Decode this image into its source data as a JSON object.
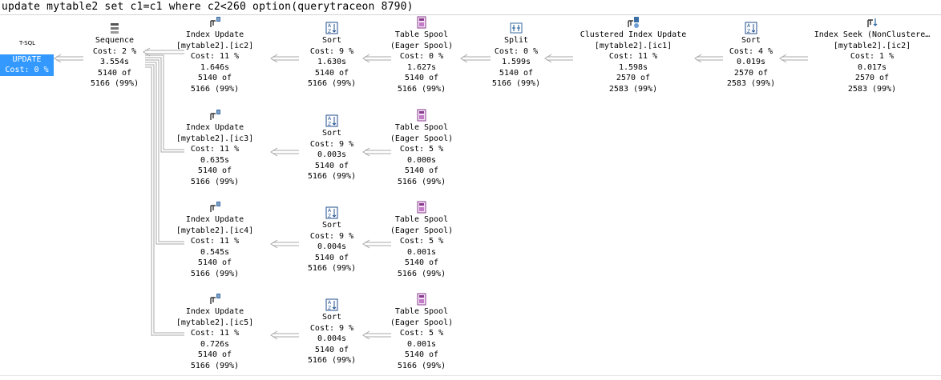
{
  "query": "update mytable2 set c1=c1 where c2<260 option(querytraceon 8790)",
  "root": {
    "type": "T-SQL",
    "title": "UPDATE",
    "cost": "Cost: 0 %"
  },
  "nodes": {
    "seq": {
      "icon": "sequence-icon",
      "lines": [
        "Sequence",
        "Cost: 2 %",
        "3.554s",
        "5140 of",
        "5166 (99%)"
      ]
    },
    "iu2": {
      "icon": "index-update-icon",
      "lines": [
        "Index Update",
        "[mytable2].[ic2]",
        "Cost: 11 %",
        "1.646s",
        "5140 of",
        "5166 (99%)"
      ]
    },
    "s1": {
      "icon": "sort-icon",
      "lines": [
        "Sort",
        "Cost: 9 %",
        "1.630s",
        "5140 of",
        "5166 (99%)"
      ]
    },
    "ts1": {
      "icon": "table-spool-icon",
      "lines": [
        "Table Spool",
        "(Eager Spool)",
        "Cost: 0 %",
        "1.627s",
        "5140 of",
        "5166 (99%)"
      ]
    },
    "split": {
      "icon": "split-icon",
      "lines": [
        "Split",
        "Cost: 0 %",
        "1.599s",
        "5140 of",
        "5166 (99%)"
      ]
    },
    "ciu": {
      "icon": "clustered-index-update-icon",
      "lines": [
        "Clustered Index Update",
        "[mytable2].[ic1]",
        "Cost: 11 %",
        "1.598s",
        "2570 of",
        "2583 (99%)"
      ]
    },
    "s2": {
      "icon": "sort-icon",
      "lines": [
        "Sort",
        "Cost: 4 %",
        "0.019s",
        "2570 of",
        "2583 (99%)"
      ]
    },
    "seek": {
      "icon": "index-seek-icon",
      "lines": [
        "Index Seek (NonClustere…",
        "[mytable2].[ic2]",
        "Cost: 1 %",
        "0.017s",
        "2570 of",
        "2583 (99%)"
      ]
    },
    "iu3": {
      "icon": "index-update-icon",
      "lines": [
        "Index Update",
        "[mytable2].[ic3]",
        "Cost: 11 %",
        "0.635s",
        "5140 of",
        "5166 (99%)"
      ]
    },
    "s3": {
      "icon": "sort-icon",
      "lines": [
        "Sort",
        "Cost: 9 %",
        "0.003s",
        "5140 of",
        "5166 (99%)"
      ]
    },
    "ts3": {
      "icon": "table-spool-icon",
      "lines": [
        "Table Spool",
        "(Eager Spool)",
        "Cost: 5 %",
        "0.000s",
        "5140 of",
        "5166 (99%)"
      ]
    },
    "iu4": {
      "icon": "index-update-icon",
      "lines": [
        "Index Update",
        "[mytable2].[ic4]",
        "Cost: 11 %",
        "0.545s",
        "5140 of",
        "5166 (99%)"
      ]
    },
    "s4": {
      "icon": "sort-icon",
      "lines": [
        "Sort",
        "Cost: 9 %",
        "0.004s",
        "5140 of",
        "5166 (99%)"
      ]
    },
    "ts4": {
      "icon": "table-spool-icon",
      "lines": [
        "Table Spool",
        "(Eager Spool)",
        "Cost: 5 %",
        "0.001s",
        "5140 of",
        "5166 (99%)"
      ]
    },
    "iu5": {
      "icon": "index-update-icon",
      "lines": [
        "Index Update",
        "[mytable2].[ic5]",
        "Cost: 11 %",
        "0.726s",
        "5140 of",
        "5166 (99%)"
      ]
    },
    "s5": {
      "icon": "sort-icon",
      "lines": [
        "Sort",
        "Cost: 9 %",
        "0.004s",
        "5140 of",
        "5166 (99%)"
      ]
    },
    "ts5": {
      "icon": "table-spool-icon",
      "lines": [
        "Table Spool",
        "(Eager Spool)",
        "Cost: 5 %",
        "0.001s",
        "5140 of",
        "5166 (99%)"
      ]
    }
  },
  "colors": {
    "selection": "#3399ff",
    "arrow": "#b0b0b0",
    "sort_icon": "#1f4e8c",
    "spool_icon": "#8a3b8f",
    "update_icon": "#3a6ea5"
  }
}
